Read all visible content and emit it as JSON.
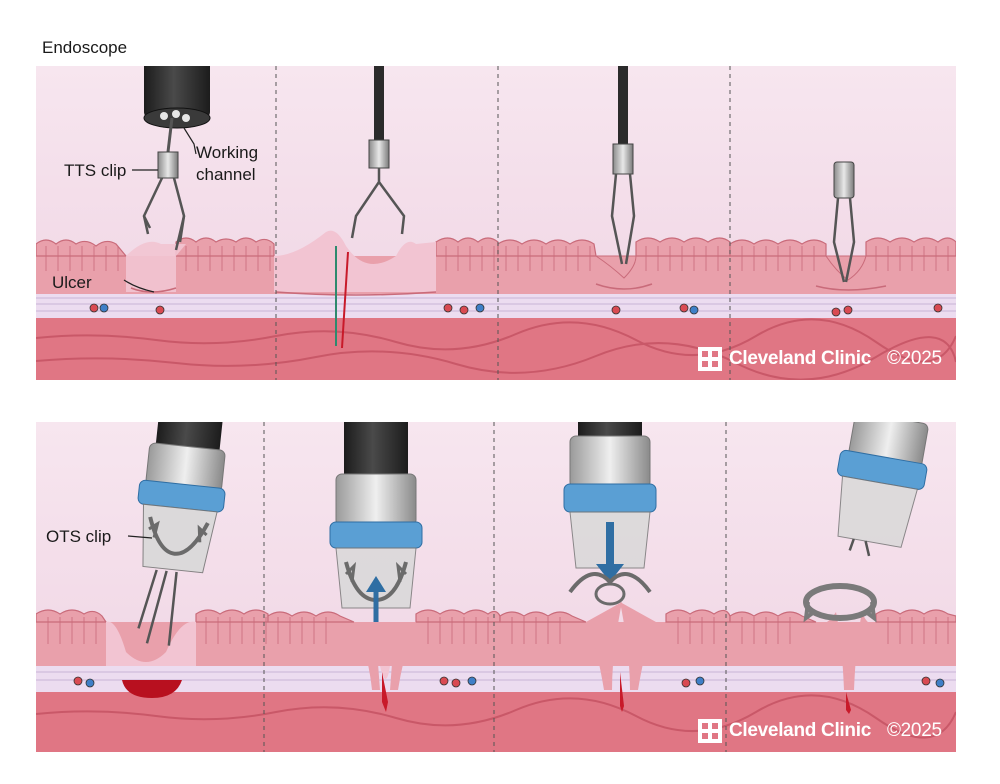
{
  "labels": {
    "endoscope": "Endoscope",
    "working_channel_1": "Working",
    "working_channel_2": "channel",
    "tts_clip": "TTS clip",
    "ulcer": "Ulcer",
    "ots_clip": "OTS clip"
  },
  "branding": {
    "name": "Cleveland Clinic",
    "copyright_top": "©2025",
    "copyright_bottom": "©2025"
  },
  "colors": {
    "lumen": "#f3dbe8",
    "mucosa": "#e9a0ab",
    "mucosa_dark": "#c96b7a",
    "submucosa": "#ead7ee",
    "muscle": "#e07684",
    "scope": "#2b2b2b",
    "cap_blue": "#5a9fd4",
    "blood": "#c81a2a"
  }
}
